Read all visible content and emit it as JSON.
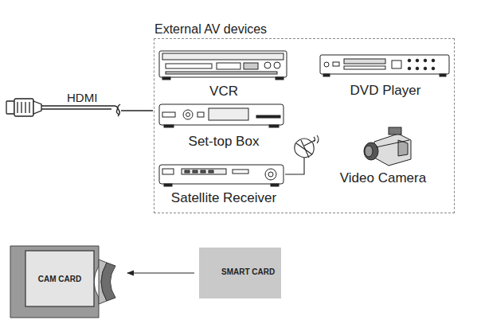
{
  "diagram": {
    "nodes": [
      {
        "text": [
          "External AV devices"
        ]
      },
      {
        "text": [
          "VCR"
        ],
        "in": 0
      },
      {
        "text": [
          "DVD Player"
        ],
        "in": 0
      },
      {
        "text": [
          "Set-top Box"
        ],
        "in": 0
      },
      {
        "text": [
          "Satellite Receiver"
        ],
        "in": 0
      },
      {
        "text": [
          "Video Camera"
        ],
        "in": 0
      },
      {
        "text": [
          "CAM CARD"
        ]
      },
      {
        "text": [
          "SMART CARD"
        ]
      }
    ],
    "edges": [
      {
        "from": 7,
        "to": 6,
        "arrow": "to"
      }
    ],
    "labels": [
      "HDMI"
    ]
  }
}
